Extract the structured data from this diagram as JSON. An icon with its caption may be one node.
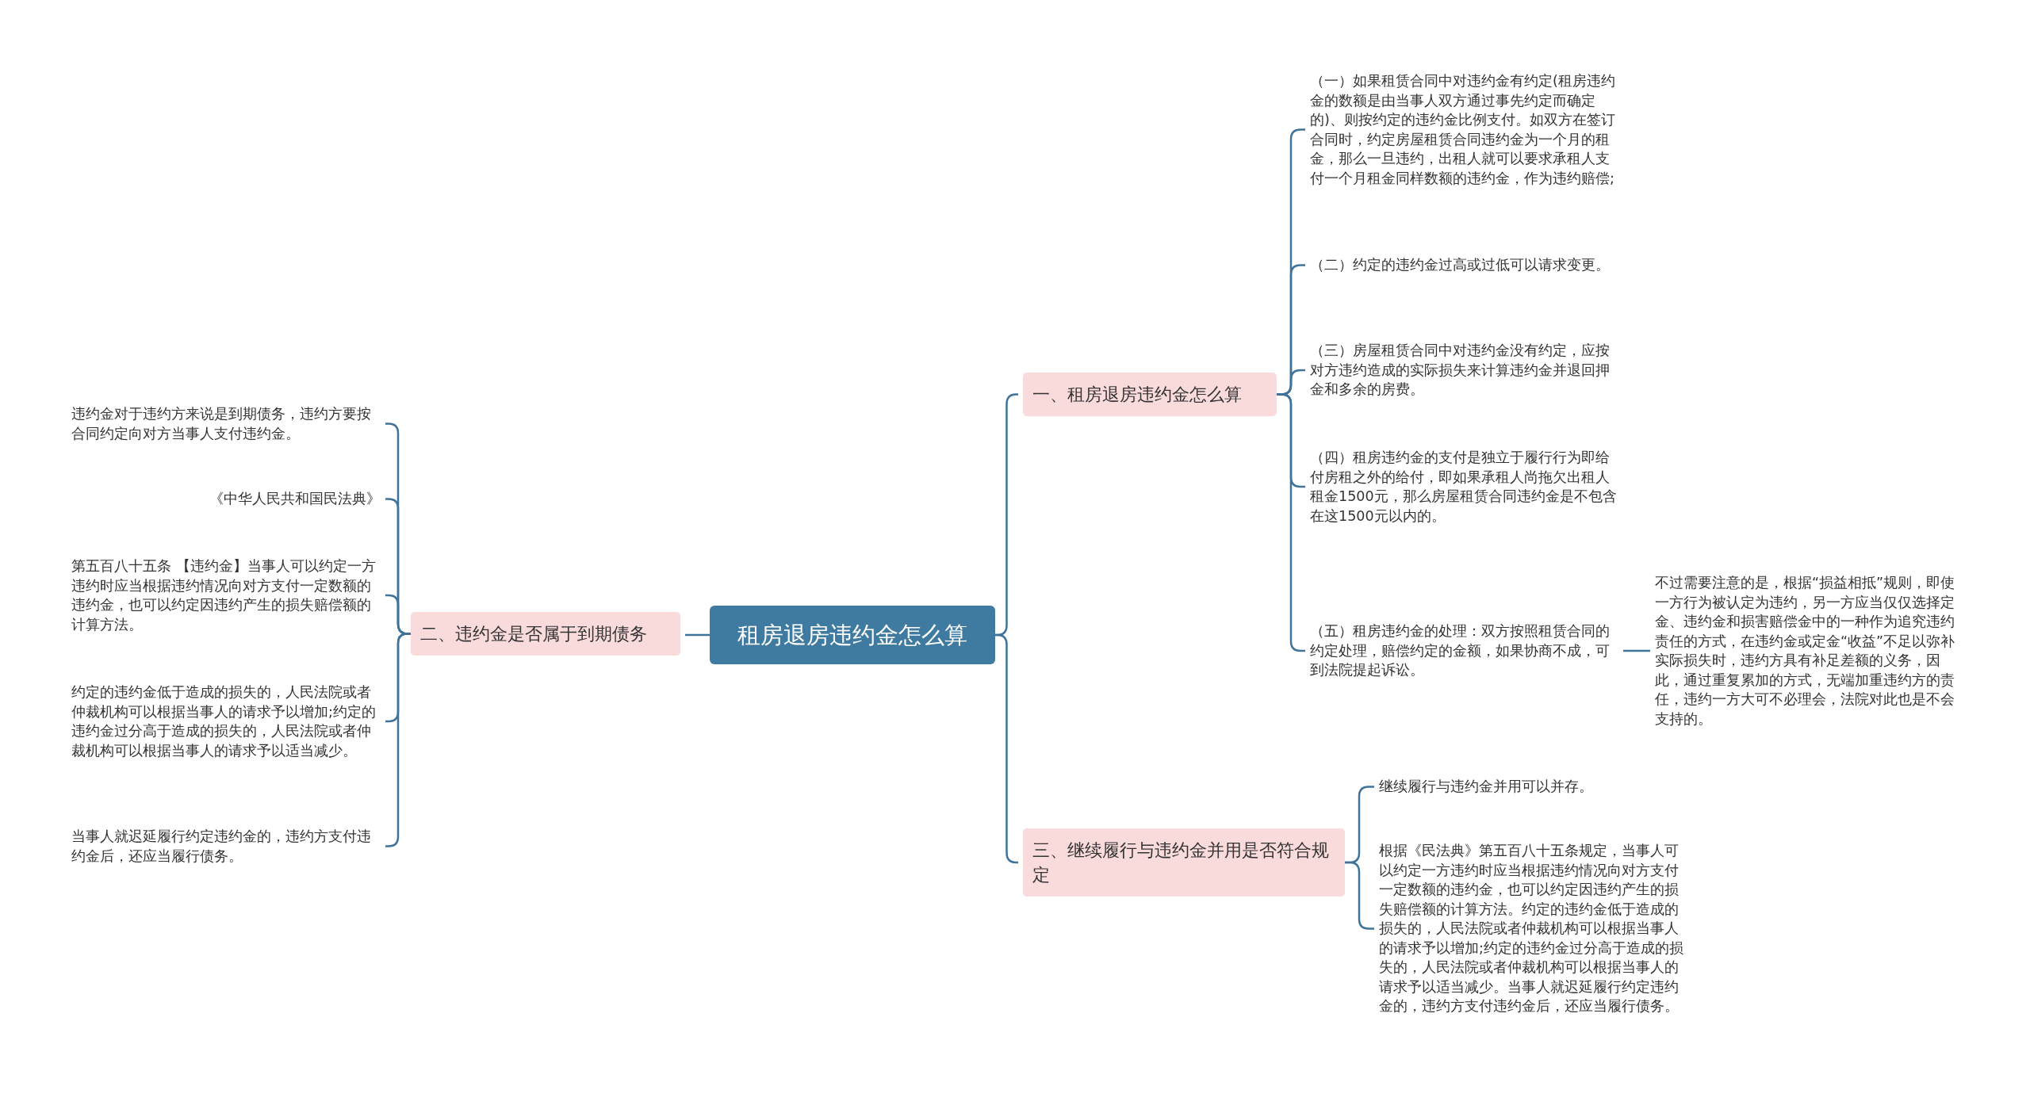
{
  "diagram": {
    "nodes": [
      {
        "text": [
          "租房退房违约金怎么算"
        ]
      },
      {
        "text": [
          "一、租房退房违约金怎么算"
        ]
      },
      {
        "text": [
          "（一）如果租赁合同中对违约金有约定(租房违约金的数额是由当事人双方通过事先约定而确定的)、则按约定的违约金比例支付。如双方在签订合同时，约定房屋租赁合同违约金为一个月的租金，那么一旦违约，出租人就可以要求承租人支付一个月租金同样数额的违约金，作为违约赔偿;"
        ]
      },
      {
        "text": [
          "（二）约定的违约金过高或过低可以请求变更。"
        ]
      },
      {
        "text": [
          "（三）房屋租赁合同中对违约金没有约定，应按对方违约造成的实际损失来计算违约金并退回押金和多余的房费。"
        ]
      },
      {
        "text": [
          "（四）租房违约金的支付是独立于履行行为即给付房租之外的给付，即如果承租人尚拖欠出租人租金1500元，那么房屋租赁合同违约金是不包含在这1500元以内的。"
        ]
      },
      {
        "text": [
          "（五）租房违约金的处理：双方按照租赁合同的约定处理，赔偿约定的金额，如果协商不成，可到法院提起诉讼。"
        ]
      },
      {
        "text": [
          "不过需要注意的是，根据“损益相抵”规则，即使一方行为被认定为违约，另一方应当仅仅选择定金、违约金和损害赔偿金中的一种作为追究违约责任的方式，在违约金或定金“收益”不足以弥补实际损失时，违约方具有补足差额的义务，因此，通过重复累加的方式，无端加重违约方的责任，违约一方大可不必理会，法院对此也是不会支持的。"
        ]
      },
      {
        "text": [
          "二、违约金是否属于到期债务"
        ]
      },
      {
        "text": [
          "违约金对于违约方来说是到期债务，违约方要按合同约定向对方当事人支付违约金。"
        ]
      },
      {
        "text": [
          "《中华人民共和国民法典》"
        ]
      },
      {
        "text": [
          "第五百八十五条 【违约金】当事人可以约定一方违约时应当根据违约情况向对方支付一定数额的违约金，也可以约定因违约产生的损失赔偿额的计算方法。"
        ]
      },
      {
        "text": [
          "约定的违约金低于造成的损失的，人民法院或者仲裁机构可以根据当事人的请求予以增加;约定的违约金过分高于造成的损失的，人民法院或者仲裁机构可以根据当事人的请求予以适当减少。"
        ]
      },
      {
        "text": [
          "当事人就迟延履行约定违约金的，违约方支付违约金后，还应当履行债务。"
        ]
      },
      {
        "text": [
          "三、继续履行与违约金并用是否符合规定"
        ]
      },
      {
        "text": [
          "继续履行与违约金并用可以并存。"
        ]
      },
      {
        "text": [
          "根据《民法典》第五百八十五条规定，当事人可以约定一方违约时应当根据违约情况向对方支付一定数额的违约金，也可以约定因违约产生的损失赔偿额的计算方法。约定的违约金低于造成的损失的，人民法院或者仲裁机构可以根据当事人的请求予以增加;约定的违约金过分高于造成的损失的，人民法院或者仲裁机构可以根据当事人的请求予以适当减少。当事人就迟延履行约定违约金的，违约方支付违约金后，还应当履行债务。"
        ]
      }
    ],
    "edges": [
      {
        "from": 0,
        "to": 1,
        "arrow": "none"
      },
      {
        "from": 1,
        "to": 2,
        "arrow": "none"
      },
      {
        "from": 1,
        "to": 3,
        "arrow": "none"
      },
      {
        "from": 1,
        "to": 4,
        "arrow": "none"
      },
      {
        "from": 1,
        "to": 5,
        "arrow": "none"
      },
      {
        "from": 1,
        "to": 6,
        "arrow": "none"
      },
      {
        "from": 6,
        "to": 7,
        "arrow": "none"
      },
      {
        "from": 0,
        "to": 8,
        "arrow": "none"
      },
      {
        "from": 8,
        "to": 9,
        "arrow": "none"
      },
      {
        "from": 8,
        "to": 10,
        "arrow": "none"
      },
      {
        "from": 8,
        "to": 11,
        "arrow": "none"
      },
      {
        "from": 8,
        "to": 12,
        "arrow": "none"
      },
      {
        "from": 8,
        "to": 13,
        "arrow": "none"
      },
      {
        "from": 0,
        "to": 14,
        "arrow": "none"
      },
      {
        "from": 14,
        "to": 15,
        "arrow": "none"
      },
      {
        "from": 14,
        "to": 16,
        "arrow": "none"
      }
    ]
  }
}
